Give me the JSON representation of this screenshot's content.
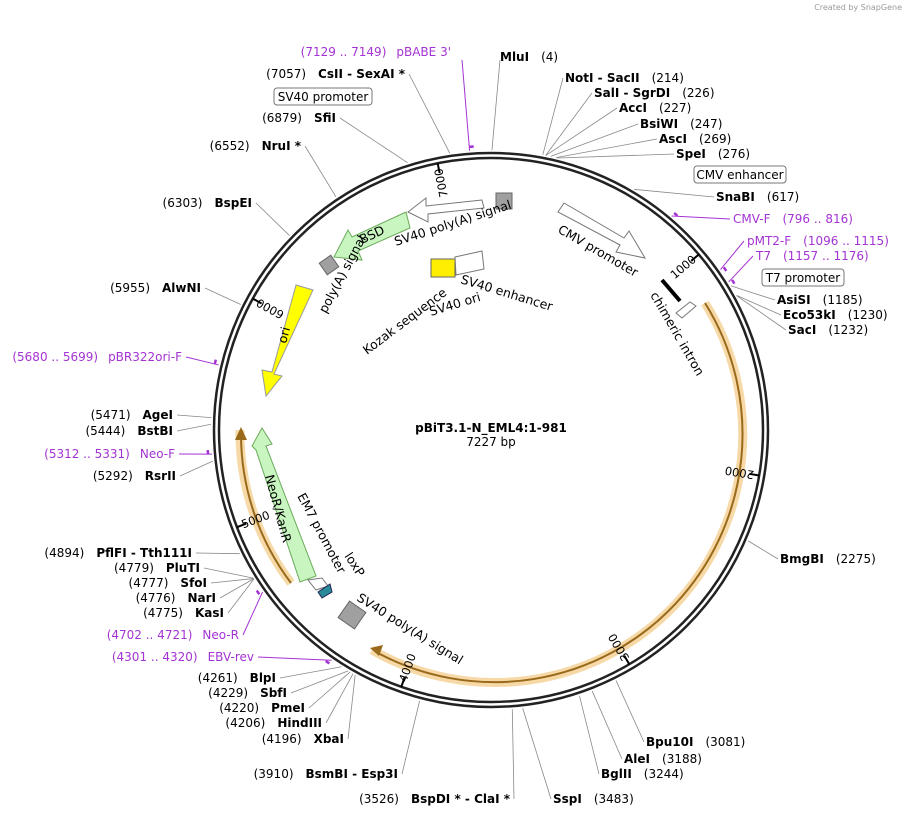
{
  "credit": "Created by SnapGene",
  "plasmid": {
    "name": "pBiT3.1-N_EML4:1-981",
    "size": "7227 bp",
    "length_bp": 7227
  },
  "ticks": [
    {
      "label": "1000",
      "bp": 1000
    },
    {
      "label": "2000",
      "bp": 2000
    },
    {
      "label": "3000",
      "bp": 3000
    },
    {
      "label": "4000",
      "bp": 4000
    },
    {
      "label": "5000",
      "bp": 5000
    },
    {
      "label": "6000",
      "bp": 6000
    },
    {
      "label": "7000",
      "bp": 7000
    }
  ],
  "enzymes": [
    {
      "name": "MluI",
      "pos": "(4)",
      "bp": 4
    },
    {
      "name": "NotI - SacII",
      "pos": "(214)",
      "bp": 214
    },
    {
      "name": "SalI - SgrDI",
      "pos": "(226)",
      "bp": 226
    },
    {
      "name": "AccI",
      "pos": "(227)",
      "bp": 227
    },
    {
      "name": "BsiWI",
      "pos": "(247)",
      "bp": 247
    },
    {
      "name": "AscI",
      "pos": "(269)",
      "bp": 269
    },
    {
      "name": "SpeI",
      "pos": "(276)",
      "bp": 276
    },
    {
      "name": "SnaBI",
      "pos": "(617)",
      "bp": 617
    },
    {
      "name": "AsiSI",
      "pos": "(1185)",
      "bp": 1185
    },
    {
      "name": "Eco53kI",
      "pos": "(1230)",
      "bp": 1230
    },
    {
      "name": "SacI",
      "pos": "(1232)",
      "bp": 1232
    },
    {
      "name": "BmgBI",
      "pos": "(2275)",
      "bp": 2275
    },
    {
      "name": "Bpu10I",
      "pos": "(3081)",
      "bp": 3081
    },
    {
      "name": "AleI",
      "pos": "(3188)",
      "bp": 3188
    },
    {
      "name": "BglII",
      "pos": "(3244)",
      "bp": 3244
    },
    {
      "name": "SspI",
      "pos": "(3483)",
      "bp": 3483
    },
    {
      "name": "BspDI * - ClaI *",
      "pos": "(3526)",
      "bp": 3526
    },
    {
      "name": "BsmBI - Esp3I",
      "pos": "(3910)",
      "bp": 3910
    },
    {
      "name": "XbaI",
      "pos": "(4196)",
      "bp": 4196
    },
    {
      "name": "HindIII",
      "pos": "(4206)",
      "bp": 4206
    },
    {
      "name": "PmeI",
      "pos": "(4220)",
      "bp": 4220
    },
    {
      "name": "SbfI",
      "pos": "(4229)",
      "bp": 4229
    },
    {
      "name": "BlpI",
      "pos": "(4261)",
      "bp": 4261
    },
    {
      "name": "KasI",
      "pos": "(4775)",
      "bp": 4775
    },
    {
      "name": "NarI",
      "pos": "(4776)",
      "bp": 4776
    },
    {
      "name": "SfoI",
      "pos": "(4777)",
      "bp": 4777
    },
    {
      "name": "PluTI",
      "pos": "(4779)",
      "bp": 4779
    },
    {
      "name": "PflFI - Tth111I",
      "pos": "(4894)",
      "bp": 4894
    },
    {
      "name": "RsrII",
      "pos": "(5292)",
      "bp": 5292
    },
    {
      "name": "BstBI",
      "pos": "(5444)",
      "bp": 5444
    },
    {
      "name": "AgeI",
      "pos": "(5471)",
      "bp": 5471
    },
    {
      "name": "AlwNI",
      "pos": "(5955)",
      "bp": 5955
    },
    {
      "name": "BspEI",
      "pos": "(6303)",
      "bp": 6303
    },
    {
      "name": "NruI *",
      "pos": "(6552)",
      "bp": 6552
    },
    {
      "name": "SfiI",
      "pos": "(6879)",
      "bp": 6879
    },
    {
      "name": "CsII - SexAI *",
      "pos": "(7057)",
      "bp": 7057
    }
  ],
  "primers": [
    {
      "name": "pBABE 3'",
      "range": "(7129 .. 7149)",
      "bp": 7139
    },
    {
      "name": "CMV-F",
      "range": "(796 .. 816)",
      "bp": 806
    },
    {
      "name": "pMT2-F",
      "range": "(1096 .. 1115)",
      "bp": 1105
    },
    {
      "name": "T7",
      "range": "(1157 .. 1176)",
      "bp": 1166
    },
    {
      "name": "pBR322ori-F",
      "range": "(5680 .. 5699)",
      "bp": 5690
    },
    {
      "name": "Neo-F",
      "range": "(5312 .. 5331)",
      "bp": 5321
    },
    {
      "name": "Neo-R",
      "range": "(4702 .. 4721)",
      "bp": 4711
    },
    {
      "name": "EBV-rev",
      "range": "(4301 .. 4320)",
      "bp": 4310
    }
  ],
  "boxed_labels": [
    {
      "text": "SV40 promoter"
    },
    {
      "text": "CMV enhancer"
    },
    {
      "text": "T7 promoter"
    }
  ],
  "features": [
    {
      "name": "CMV promoter"
    },
    {
      "name": "chimeric intron"
    },
    {
      "name": "SV40 poly(A) signal"
    },
    {
      "name": "BSD"
    },
    {
      "name": "poly(A) signal"
    },
    {
      "name": "ori"
    },
    {
      "name": "SV40 enhancer"
    },
    {
      "name": "SV40 ori"
    },
    {
      "name": "Kozak sequence"
    },
    {
      "name": "NeoR/KanR"
    },
    {
      "name": "EM7 promoter"
    },
    {
      "name": "loxP"
    },
    {
      "name": "SV40 poly(A) signal"
    }
  ],
  "colors": {
    "backbone": "#222222",
    "insert_arc": "#f2c47a",
    "insert_line": "#8a5a00",
    "primer": "#a433d3",
    "bsd": "#c9f5c0",
    "ori": "#ffff00",
    "neor": "#c9f5c0",
    "grey_feature": "#a0a0a0",
    "loxp": "#2a8a9a"
  }
}
